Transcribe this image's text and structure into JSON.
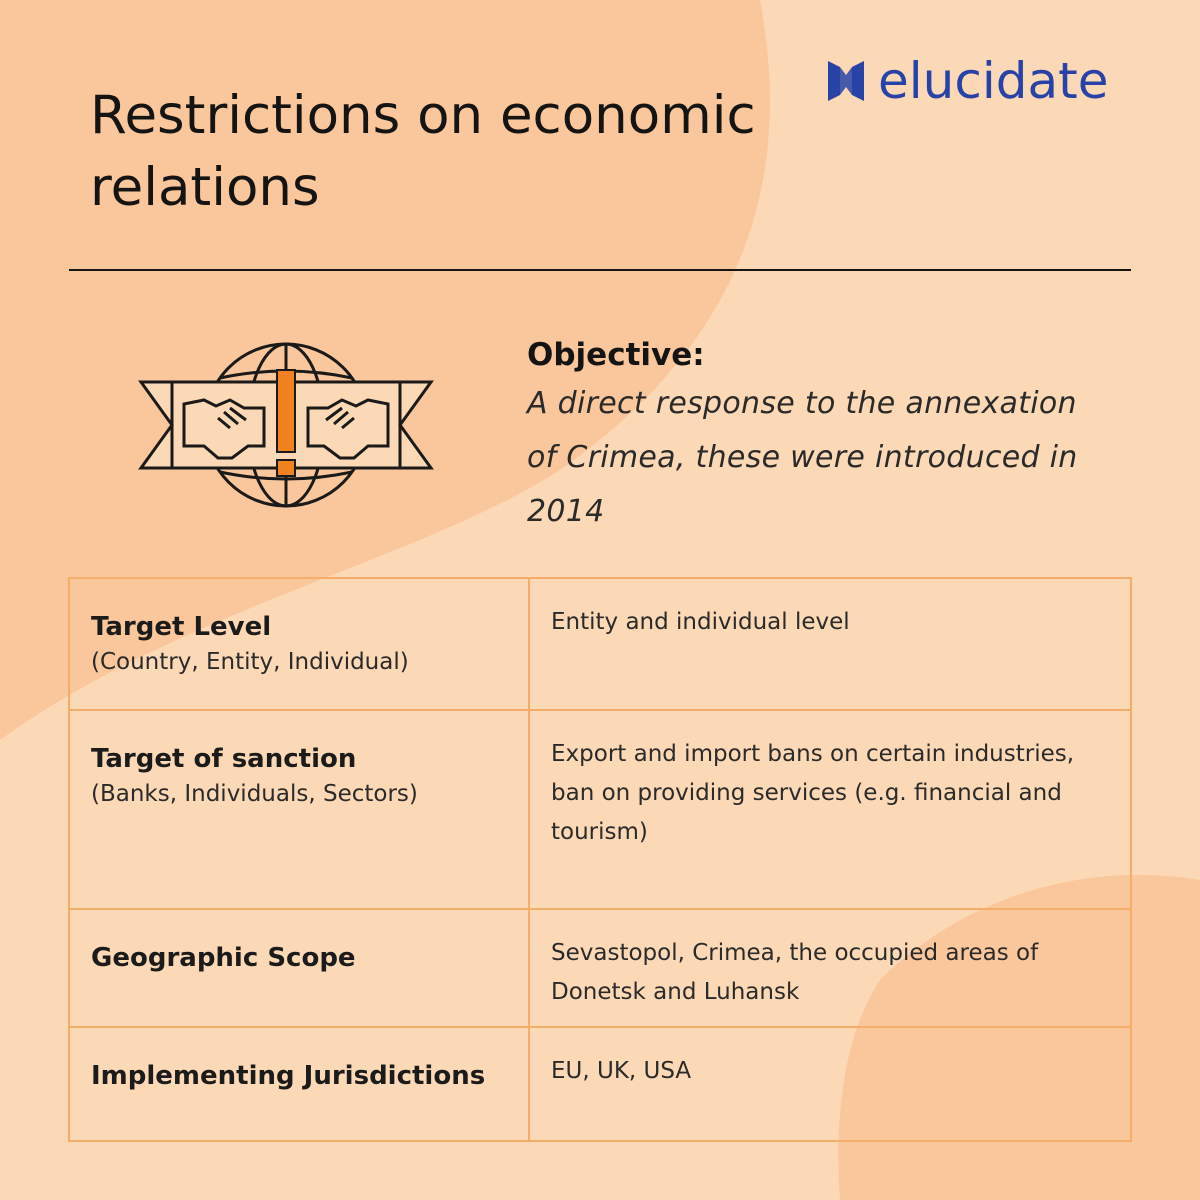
{
  "brand": {
    "name": "elucidate",
    "logo_icon": "bowtie-logo-icon",
    "color": "#2743a8"
  },
  "title": "Restrictions on economic relations",
  "hero_icon": "globe-handshake-warning-icon",
  "objective": {
    "label": "Objective:",
    "text": "A direct response to the annexation of Crimea, these were introduced in 2014"
  },
  "table": {
    "rows": [
      {
        "key": "Target Level",
        "sub": "(Country, Entity, Individual)",
        "value": "Entity and individual level"
      },
      {
        "key": "Target of sanction",
        "sub": "(Banks, Individuals, Sectors)",
        "value": "Export and import bans on certain industries, ban on providing services (e.g. financial and tourism)"
      },
      {
        "key": "Geographic Scope",
        "sub": "",
        "value": "Sevastopol, Crimea, the occupied areas of Donetsk and Luhansk"
      },
      {
        "key": "Implementing Jurisdictions",
        "sub": "",
        "value": "EU, UK, USA"
      }
    ]
  },
  "colors": {
    "background": "#fcd9b6",
    "background_shape": "#fac79c",
    "table_border": "#f4ae6a",
    "accent": "#f08320",
    "text": "#141414"
  }
}
